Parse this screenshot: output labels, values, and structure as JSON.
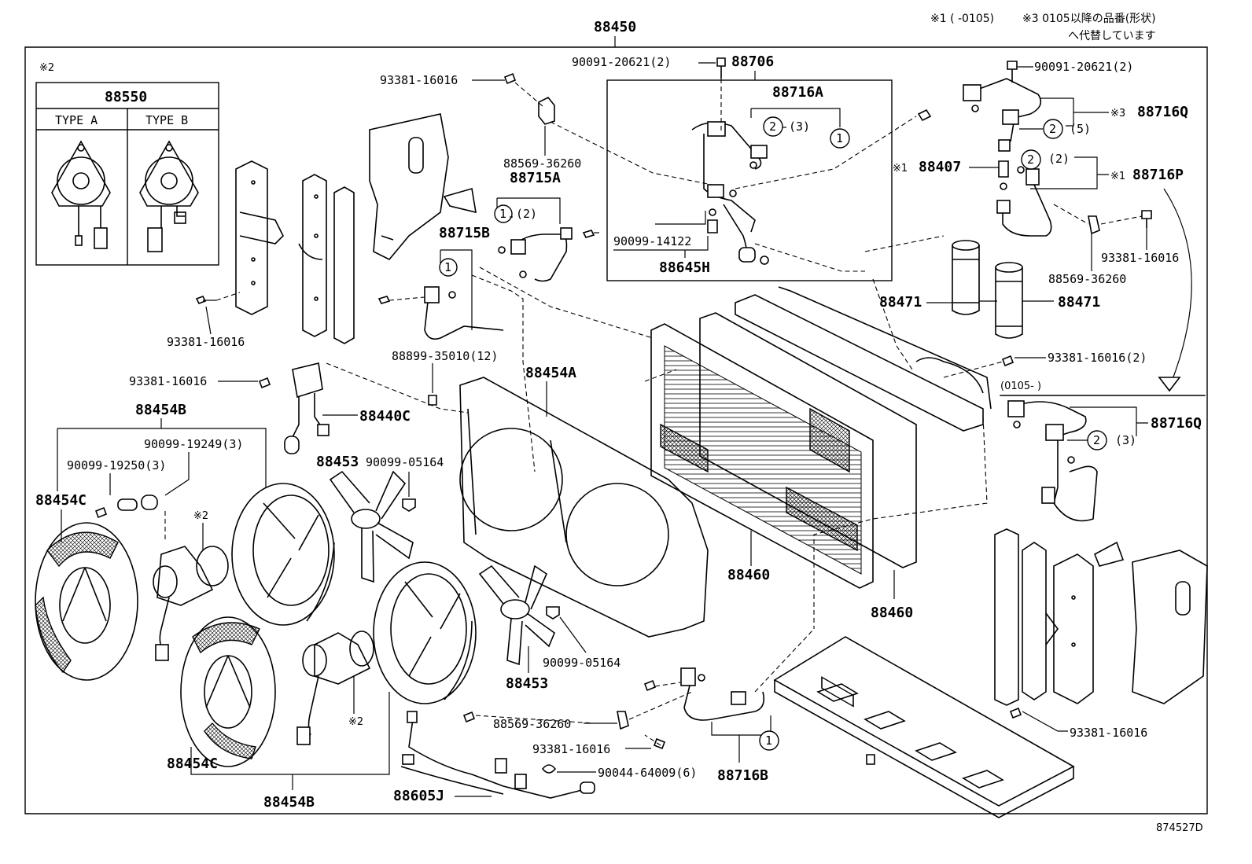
{
  "header": {
    "note1": "※1 ( -0105)",
    "note3_line1": "※3 0105以降の品番(形状)",
    "note3_line2": "へ代替しています"
  },
  "assembly_label": "88450",
  "inset": {
    "marker": "※2",
    "part": "88550",
    "type_a": "TYPE A",
    "type_b": "TYPE B"
  },
  "callouts": {
    "c88706": "88706",
    "c90091_top": "90091-20621(2)",
    "c88716A": "88716A",
    "c2_3a": "(3)",
    "c90099_14122": "90099-14122",
    "c88645H": "88645H",
    "c93381_a": "93381-16016",
    "c88569_a": "88569-36260",
    "c88715A": "88715A",
    "c1_2": "(2)",
    "c88715B": "88715B",
    "c93381_b": "93381-16016",
    "c88899": "88899-35010(12)",
    "c88454A": "88454A",
    "c93381_c": "93381-16016",
    "c88440C": "88440C",
    "c88454B_top": "88454B",
    "c90099_19249": "90099-19249(3)",
    "c90099_19250": "90099-19250(3)",
    "c88454C_left": "88454C",
    "c88453_top": "88453",
    "c90099_05164_top": "90099-05164",
    "c88453_bot": "88453",
    "c90099_05164_bot": "90099-05164",
    "c88454C_bot": "88454C",
    "c88454B_bot": "88454B",
    "c88605J": "88605J",
    "c88569_b": "88569-36260",
    "c93381_d": "93381-16016",
    "c90044": "90044-64009(6)",
    "c88716B": "88716B",
    "c88460_a": "88460",
    "c88460_b": "88460",
    "c88471_a": "88471",
    "c88471_b": "88471",
    "c90091_right": "90091-20621(2)",
    "c88716Q_top": "88716Q",
    "c2_5": "(5)",
    "c88407": "88407",
    "c2_2": "(2)",
    "c88716P": "88716P",
    "c93381_e": "93381-16016",
    "c88569_c": "88569-36260",
    "c93381_f": "93381-16016(2)",
    "c0105": "(0105-      )",
    "c88716Q_bot": "88716Q",
    "c2_3b": "(3)",
    "c93381_g": "93381-16016",
    "note_x1_a": "※1",
    "note_x1_b": "※1",
    "note_x3": "※3",
    "note_x2_a": "※2",
    "note_x2_b": "※2",
    "circle_1": "1",
    "circle_2": "2"
  },
  "footer": {
    "drawing_no": "874527D"
  }
}
